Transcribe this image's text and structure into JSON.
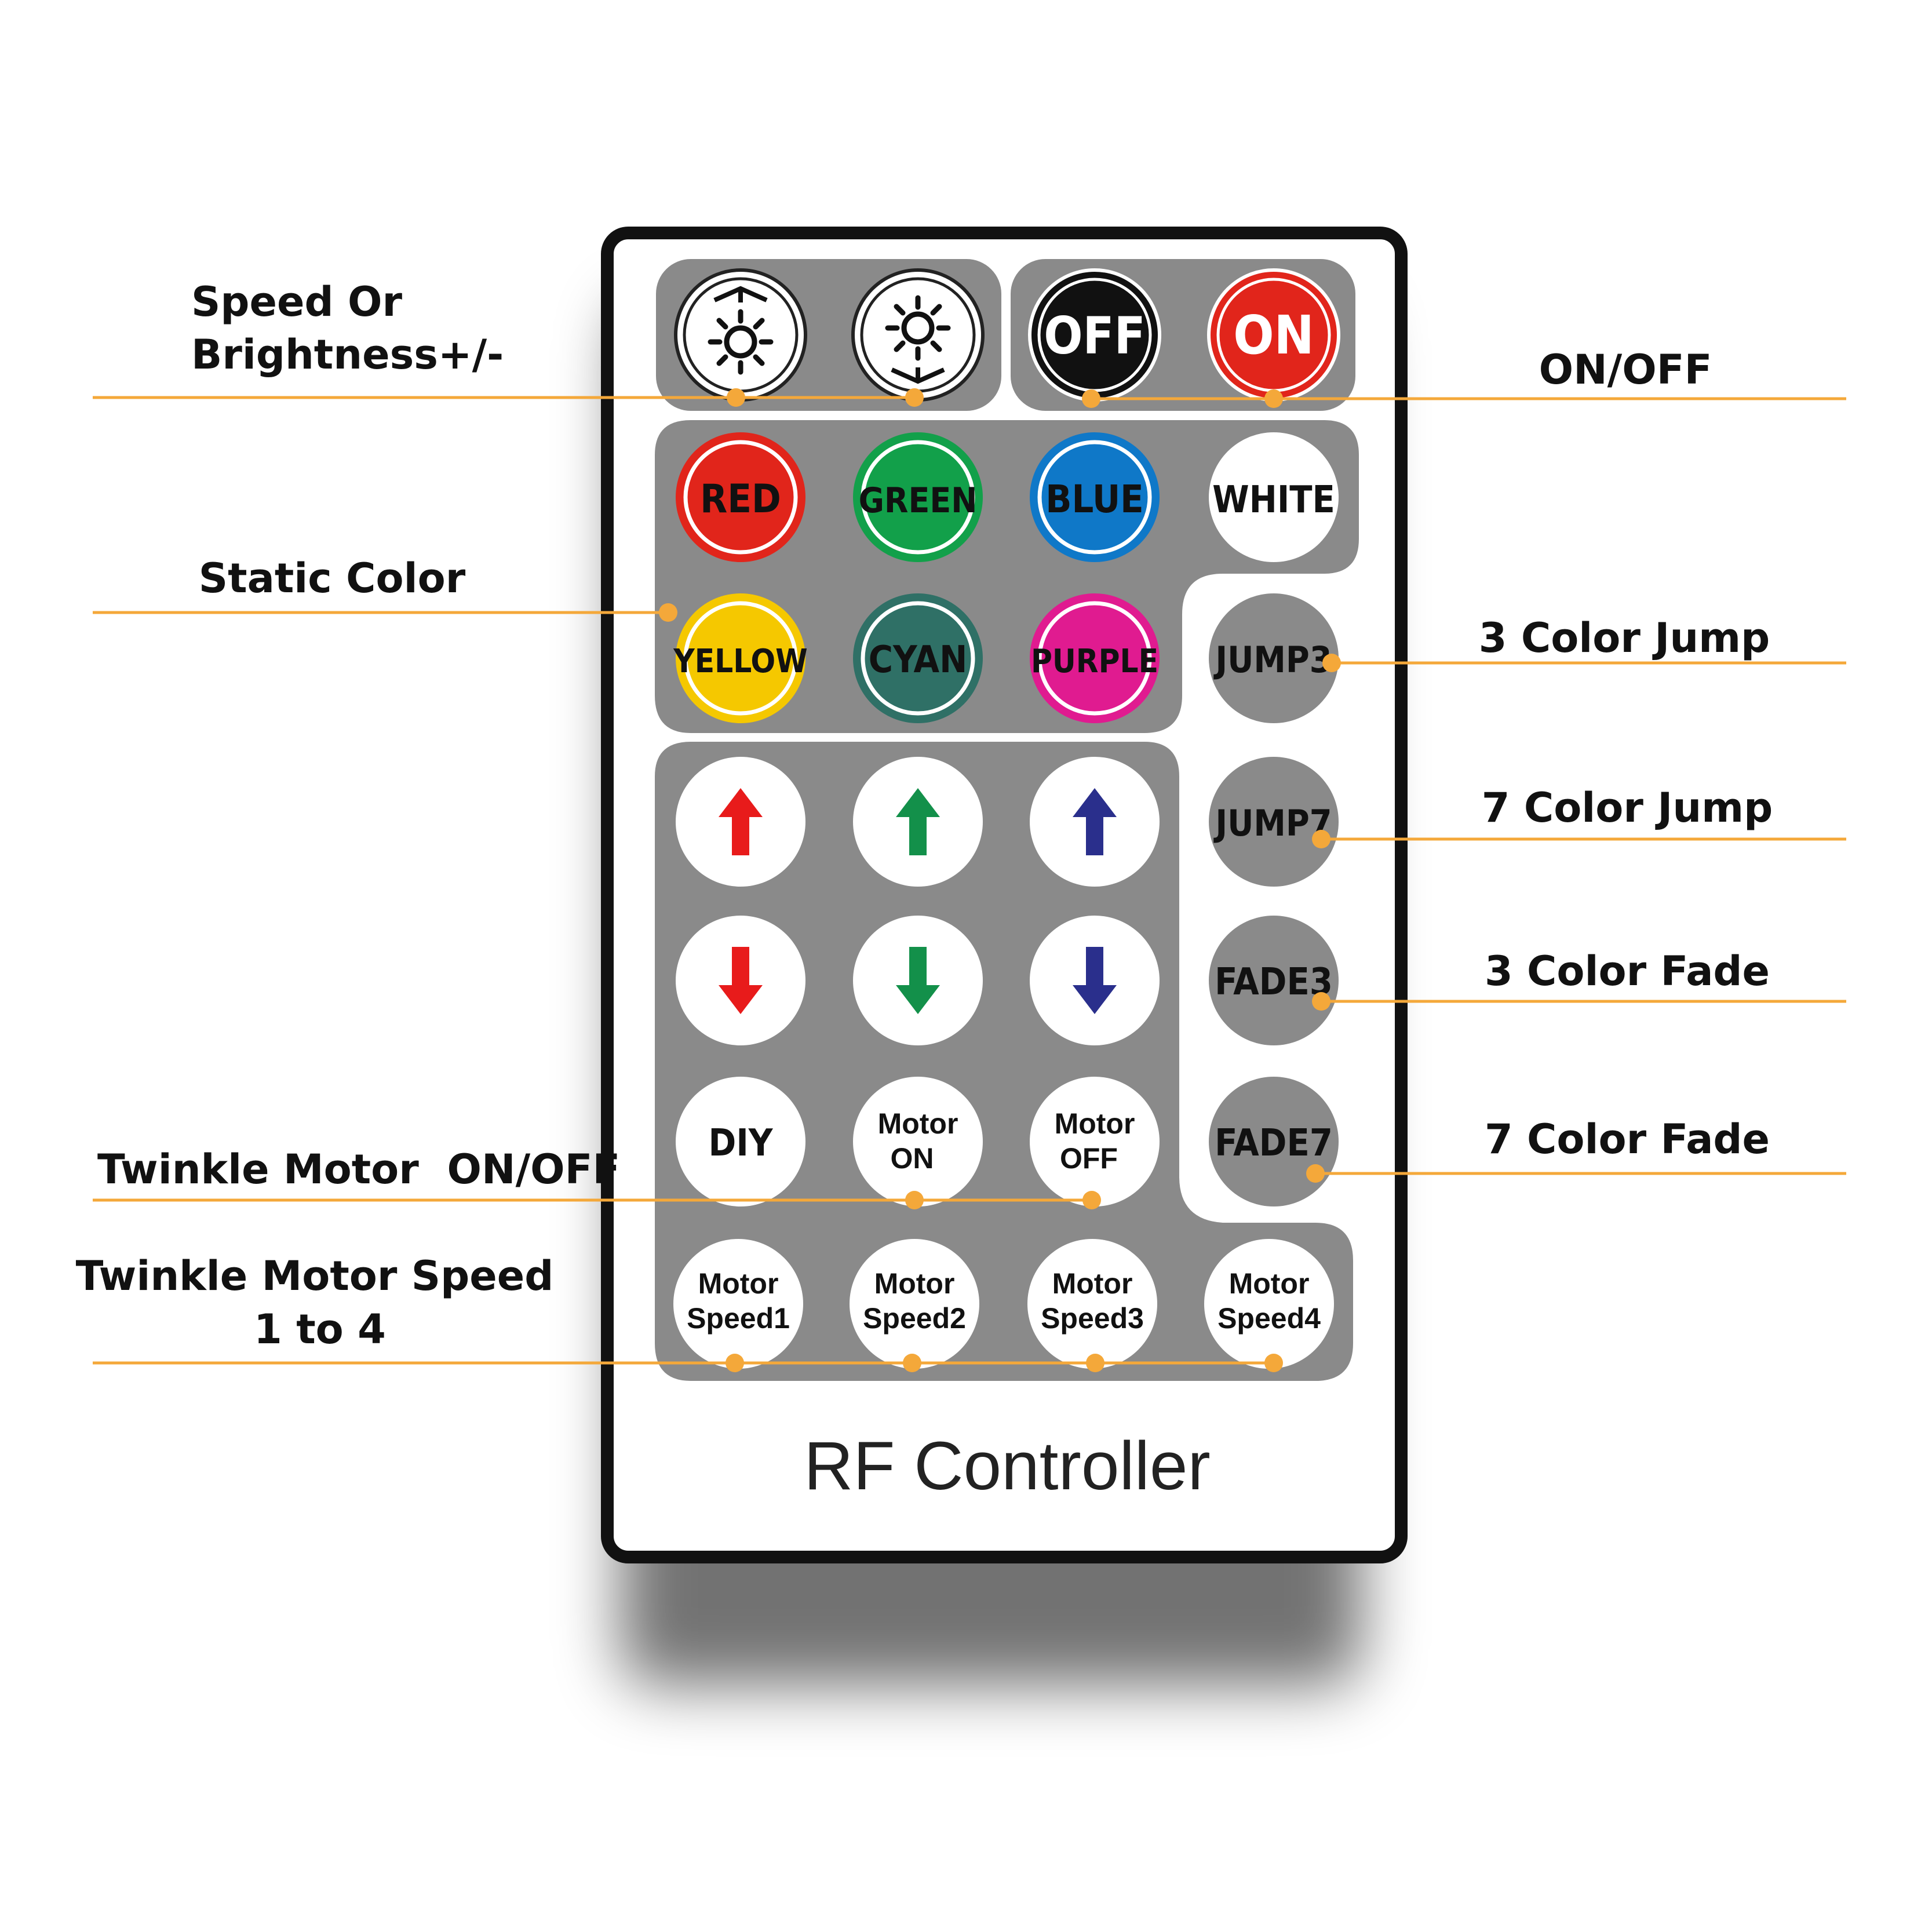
{
  "colors": {
    "leader": "#f4a83a",
    "panel": "#8a8a8a",
    "remote_border": "#111111",
    "red": "#e1251b",
    "green": "#12a04a",
    "blue": "#0f78c8",
    "yellow": "#f5c800",
    "cyan": "#2f7066",
    "purple": "#e01b90",
    "arrow_red": "#e81b1b",
    "arrow_green": "#13904a",
    "arrow_blue": "#2a2f8c"
  },
  "callouts": {
    "speed_brightness_line1": "Speed Or",
    "speed_brightness_line2": "Brightness+/-",
    "on_off": "ON/OFF",
    "static_color": "Static Color",
    "color_jump_3": "3 Color Jump",
    "color_jump_7": "7 Color Jump",
    "color_fade_3": "3 Color Fade",
    "color_fade_7": "7 Color Fade",
    "twinkle_motor_on_off": "Twinkle Motor  ON/OFF",
    "twinkle_motor_speed_line1": "Twinkle Motor Speed",
    "twinkle_motor_speed_line2": "1 to 4"
  },
  "remote": {
    "title": "RF Controller",
    "buttons": {
      "off": "OFF",
      "on": "ON",
      "red": "RED",
      "green": "GREEN",
      "blue": "BLUE",
      "white": "WHITE",
      "yellow": "YELLOW",
      "cyan": "CYAN",
      "purple": "PURPLE",
      "jump3": "JUMP3",
      "jump7": "JUMP7",
      "fade3": "FADE3",
      "fade7": "FADE7",
      "diy": "DIY",
      "motor_on_line1": "Motor",
      "motor_on_line2": "ON",
      "motor_off_line1": "Motor",
      "motor_off_line2": "OFF",
      "speed1_line1": "Motor",
      "speed1_line2": "Speed1",
      "speed2_line1": "Motor",
      "speed2_line2": "Speed2",
      "speed3_line1": "Motor",
      "speed3_line2": "Speed3",
      "speed4_line1": "Motor",
      "speed4_line2": "Speed4"
    },
    "icons": {
      "brightness_up": "sun-up-icon",
      "brightness_down": "sun-down-icon",
      "arrow_up": "arrow-up-icon",
      "arrow_down": "arrow-down-icon"
    }
  }
}
